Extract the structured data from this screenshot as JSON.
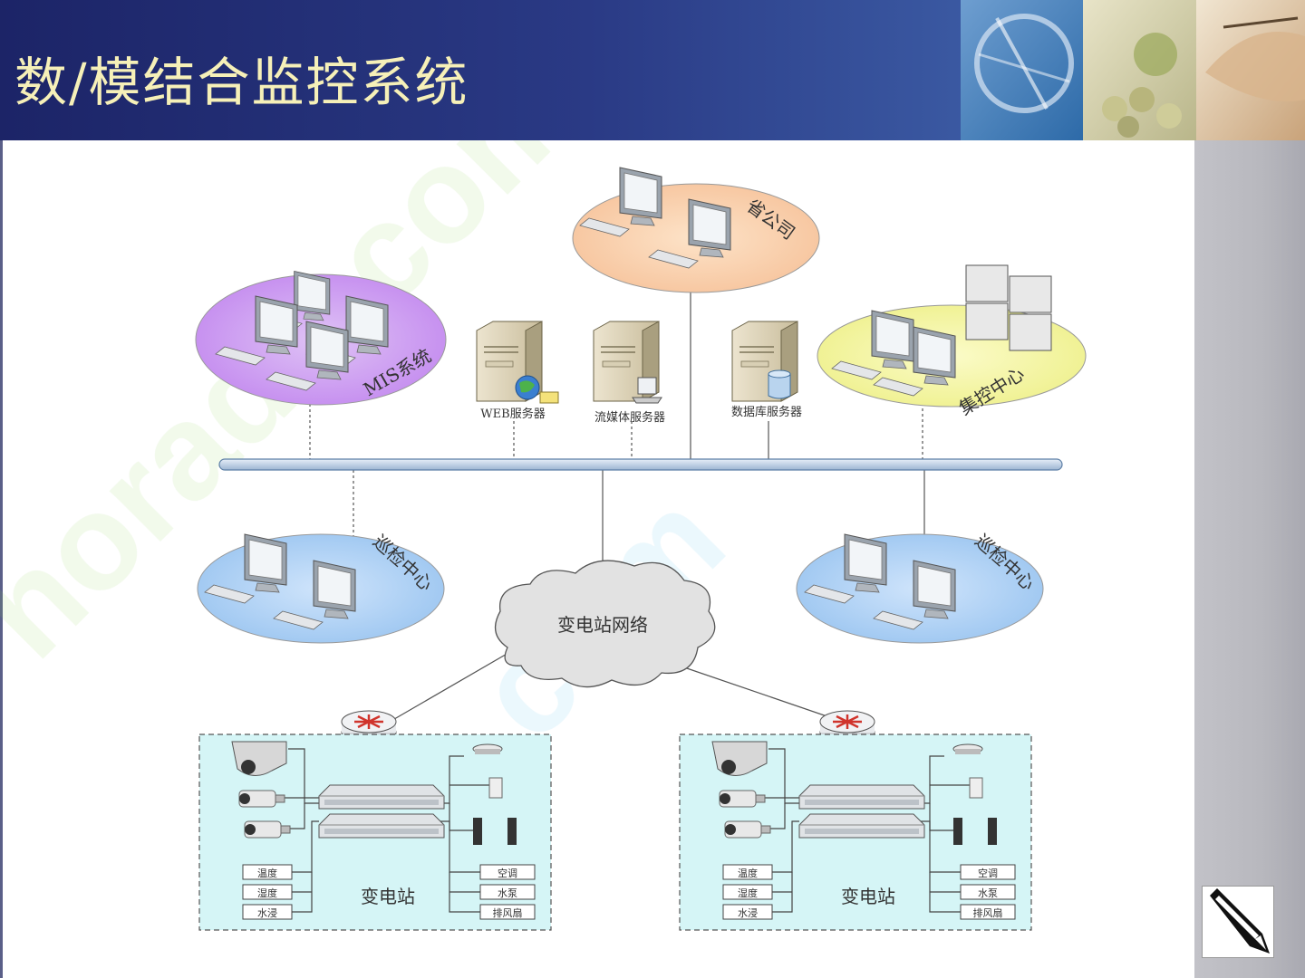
{
  "slide": {
    "title": "数/模结合监控系统"
  },
  "nodes": {
    "head_office": "省公司",
    "mis": "MIS系统",
    "control_center": "集控中心",
    "patrol_left": "巡检中心",
    "patrol_right": "巡检中心",
    "cloud": "变电站网络"
  },
  "servers": [
    {
      "label": "WEB服务器"
    },
    {
      "label": "流媒体服务器"
    },
    {
      "label": "数据库服务器"
    }
  ],
  "substations": [
    {
      "title": "变电站",
      "sensors": [
        "温度",
        "湿度",
        "水浸"
      ],
      "devices": [
        "空调",
        "水泵",
        "排风扇"
      ]
    },
    {
      "title": "变电站",
      "sensors": [
        "温度",
        "湿度",
        "水浸"
      ],
      "devices": [
        "空调",
        "水泵",
        "排风扇"
      ]
    }
  ],
  "icons": {
    "edit": "pencil-icon"
  }
}
